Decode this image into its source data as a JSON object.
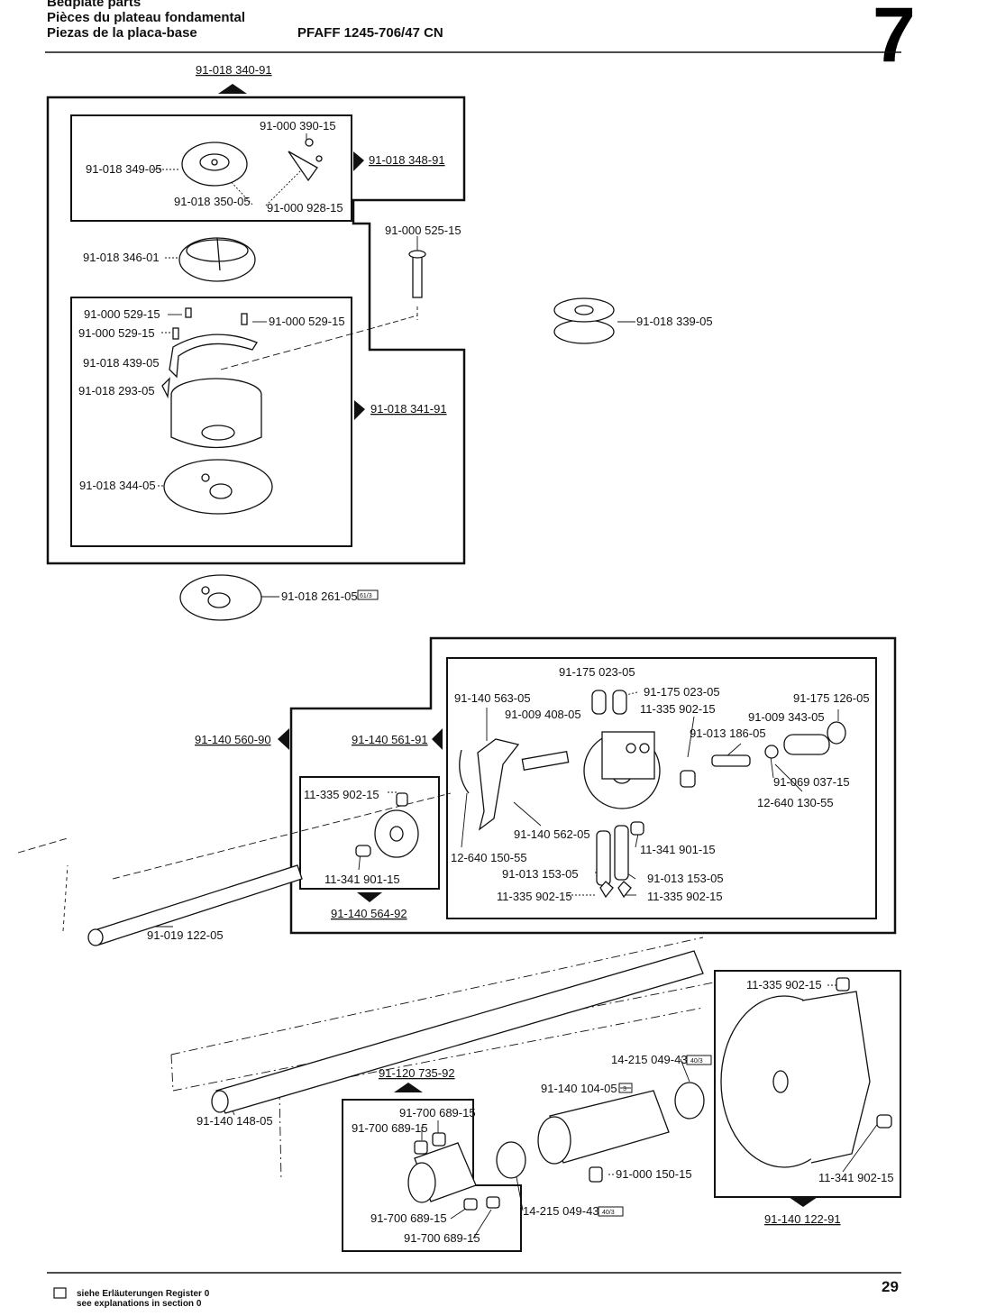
{
  "header": {
    "title_en": "Bedplate parts",
    "title_fr": "Pièces du plateau fondamental",
    "title_es": "Piezas de la placa-base",
    "model": "PFAFF 1245-706/47 CN",
    "section": "7"
  },
  "assemblies": {
    "hook_assembly": "91-018 340-91",
    "bobbin_case": "91-018 348-91",
    "hook_body": "91-018 341-91",
    "eccentric_group": "91-140 560-90",
    "eccentric": "91-140 561-91",
    "collar": "91-140 564-92",
    "shaft_collar": "91-120 735-92",
    "pulley": "91-140 122-91"
  },
  "parts": {
    "p_390": "91-000 390-15",
    "p_349": "91-018 349-05",
    "p_350": "91-018 350-05",
    "p_928": "91-000 928-15",
    "p_346": "91-018 346-01",
    "p_525": "91-000 525-15",
    "p_529a": "91-000 529-15",
    "p_529b": "91-000 529-15",
    "p_529c": "91-000 529-15",
    "p_439": "91-018 439-05",
    "p_293": "91-018 293-05",
    "p_344": "91-018 344-05",
    "p_339": "91-018 339-05",
    "p_261": "91-018 261-05",
    "p_023a": "91-175 023-05",
    "p_023b": "91-175 023-05",
    "p_563": "91-140 563-05",
    "p_408": "91-009 408-05",
    "p_902a": "11-335 902-15",
    "p_126": "91-175 126-05",
    "p_343": "91-009 343-05",
    "p_186": "91-013 186-05",
    "p_037": "91-069 037-15",
    "p_130": "12-640 130-55",
    "p_902b": "11-335 902-15",
    "p_901a": "11-341 901-15",
    "p_562": "91-140 562-05",
    "p_901b": "11-341 901-15",
    "p_150": "12-640 150-55",
    "p_153a": "91-013 153-05",
    "p_153b": "91-013 153-05",
    "p_902c": "11-335 902-15",
    "p_902d": "11-335 902-15",
    "p_122": "91-019 122-05",
    "p_902e": "11-335 902-15",
    "p_049a": "14-215 049-43",
    "p_104": "91-140 104-05",
    "p_148": "91-140 148-05",
    "p_689a": "91-700 689-15",
    "p_689b": "91-700 689-15",
    "p_689c": "91-700 689-15",
    "p_689d": "91-700 689-15",
    "p_150b": "91-000 150-15",
    "p_049b": "14-215 049-43",
    "p_902f": "11-341 902-15"
  },
  "refs": {
    "r_261": "61/3",
    "r_049a": "40/3",
    "r_104": "3",
    "r_049b": "40/3"
  },
  "footer": {
    "note_de": "siehe Erläuterungen Register 0",
    "note_en": "see explanations in section 0",
    "page": "29"
  }
}
